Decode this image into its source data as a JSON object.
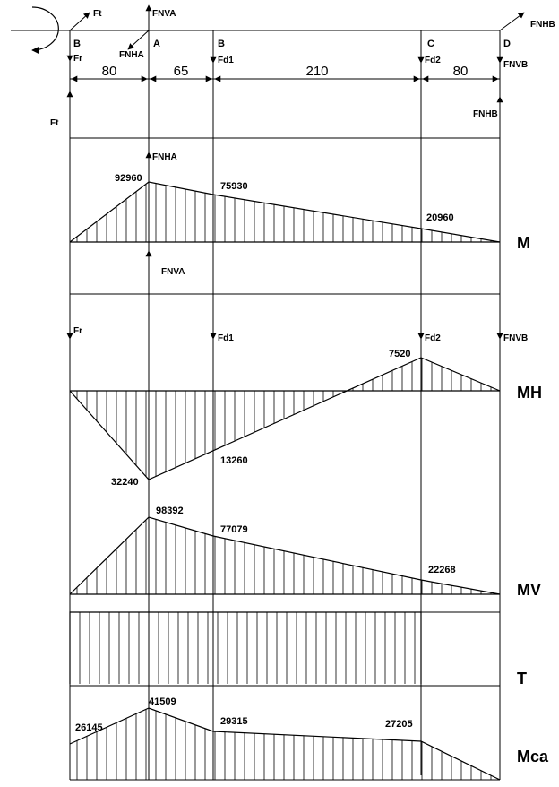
{
  "stroke_color": "#000000",
  "background": "#ffffff",
  "points": {
    "b_left": "B",
    "a": "A",
    "b_mid": "B",
    "c": "C",
    "d": "D"
  },
  "dimensions": [
    "80",
    "65",
    "210",
    "80"
  ],
  "forces": {
    "ft_top": "Ft",
    "fr": "Fr",
    "fnva": "FNVA",
    "fnha": "FNHA",
    "fd1": "Fd1",
    "fd2": "Fd2",
    "fnvb": "FNVB",
    "fnhb": "FNHB",
    "ft_left": "Ft",
    "fnhb_lower": "FNHB",
    "fnha_m": "FNHA",
    "fnva_m": "FNVA",
    "fr_h": "Fr",
    "fd1_h": "Fd1",
    "fd2_h": "Fd2",
    "fnvb_h": "FNVB"
  },
  "diagrams": {
    "m": {
      "label": "M",
      "values": [
        "92960",
        "75930",
        "20960"
      ]
    },
    "mh": {
      "label": "MH",
      "values": [
        "7520",
        "32240",
        "13260"
      ]
    },
    "mv": {
      "label": "MV",
      "values": [
        "98392",
        "77079",
        "22268"
      ]
    },
    "t": {
      "label": "T"
    },
    "mca": {
      "label": "Mca",
      "values": [
        "26145",
        "41509",
        "29315",
        "27205"
      ]
    }
  }
}
